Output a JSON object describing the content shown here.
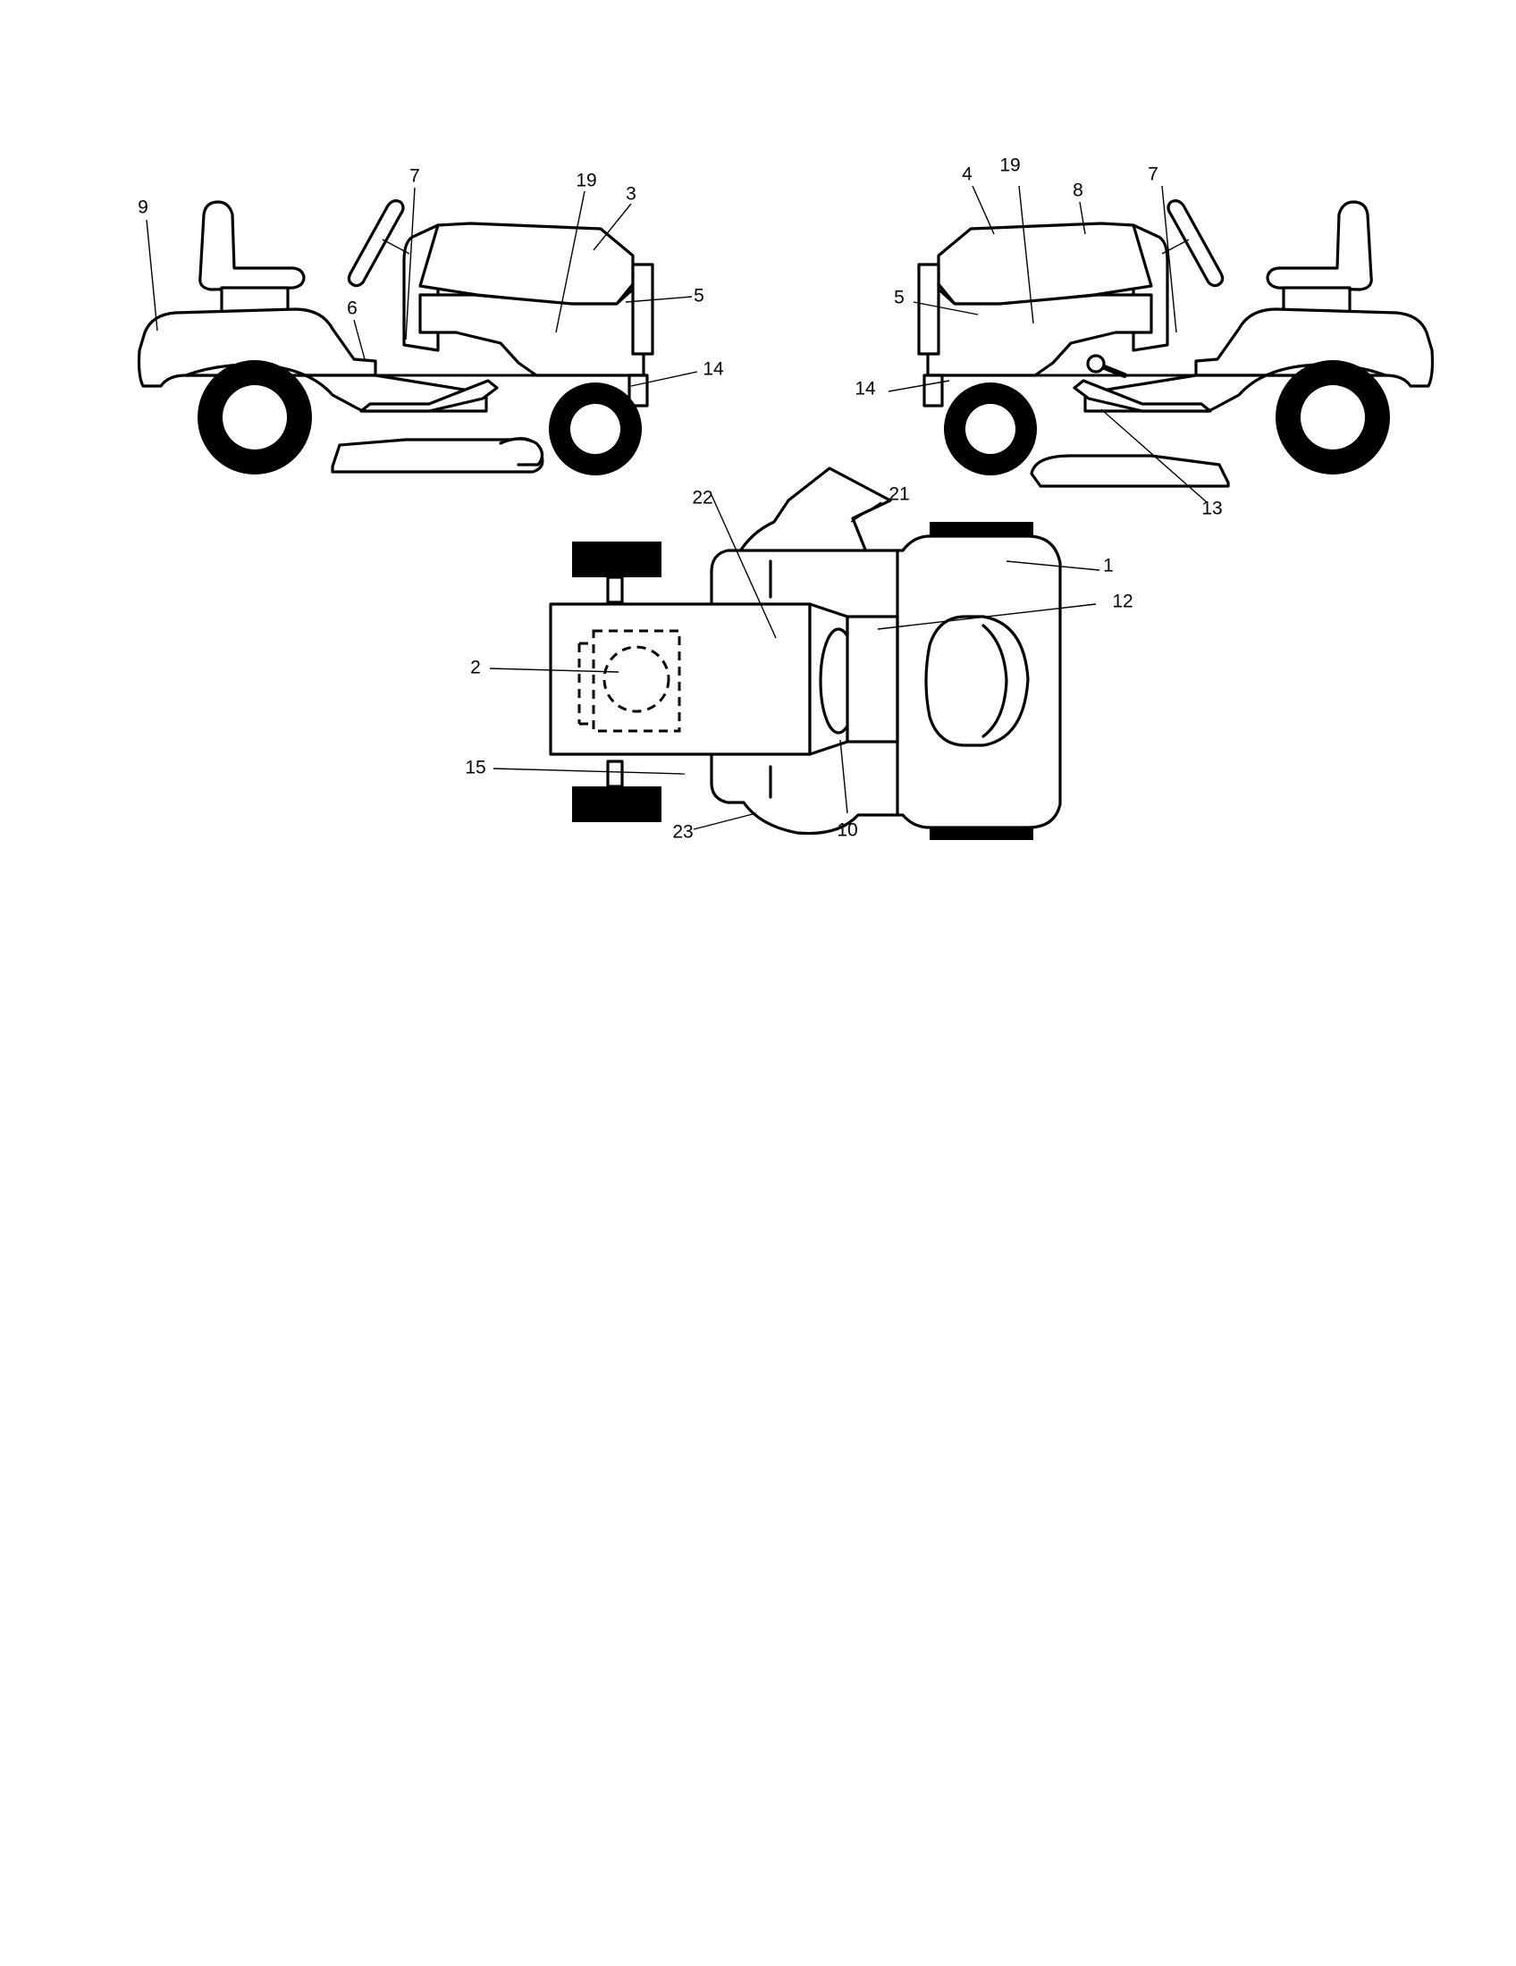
{
  "callouts": {
    "left_view": {
      "c9": "9",
      "c7": "7",
      "c19": "19",
      "c3": "3",
      "c6": "6",
      "c5": "5",
      "c14": "14"
    },
    "right_view": {
      "c4": "4",
      "c19": "19",
      "c8": "8",
      "c7": "7",
      "c5": "5",
      "c14": "14",
      "c13": "13"
    },
    "top_view": {
      "c21": "21",
      "c22": "22",
      "c1": "1",
      "c12": "12",
      "c2": "2",
      "c15": "15",
      "c23": "23",
      "c10": "10"
    }
  }
}
